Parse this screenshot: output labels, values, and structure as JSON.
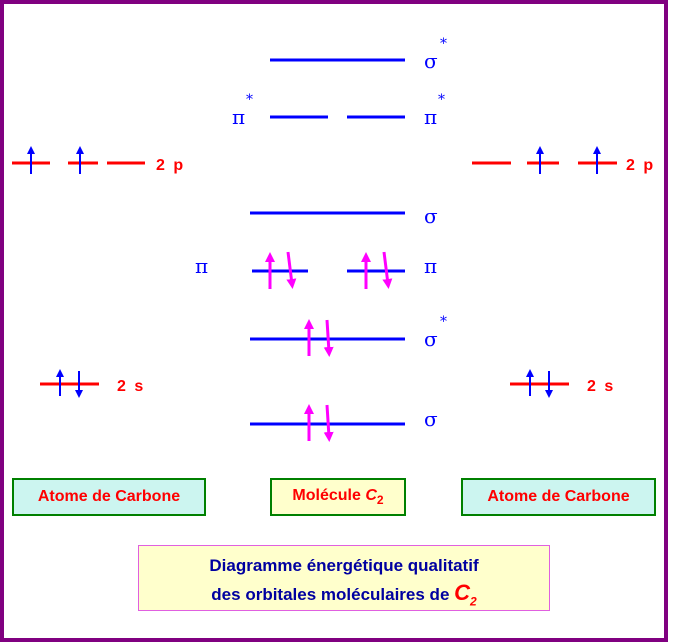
{
  "labels": {
    "sigma": "σ",
    "pi": "π",
    "star": "*",
    "orbital_2p": "2 p",
    "orbital_2s": "2 s"
  },
  "boxes": {
    "left_atom": "Atome de Carbone",
    "molecule_prefix": "Molécule ",
    "molecule_c": "C",
    "molecule_sub": "2",
    "right_atom": "Atome de Carbone"
  },
  "caption": {
    "line1": "Diagramme énergétique qualitatif",
    "line2": "des orbitales moléculaires de ",
    "c": "C",
    "sub": "2"
  },
  "colors": {
    "frame": "#800080",
    "molecular_level": "#0000ff",
    "atomic_level": "#ff0000",
    "atomic_electron": "#0000ff",
    "molecular_electron": "#ff00ff"
  }
}
